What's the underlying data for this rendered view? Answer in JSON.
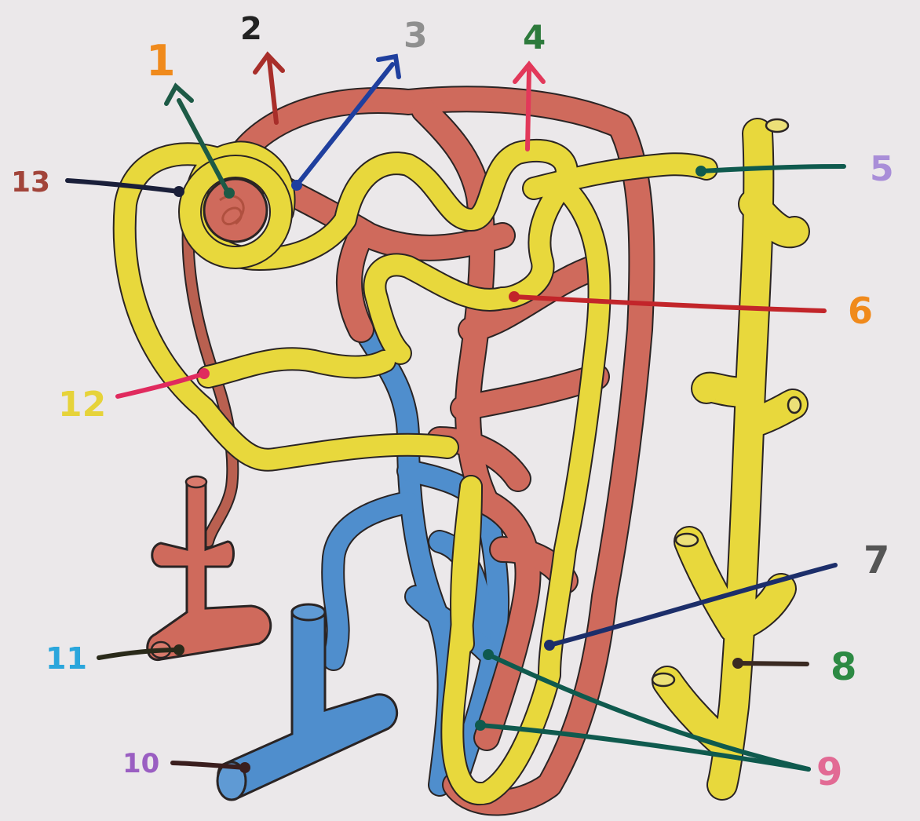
{
  "colors": {
    "paper": "#ebe8ea",
    "artery_red": "#cf6a5c",
    "vein_blue": "#4f8ecd",
    "tubule_yellow": "#e8d83c",
    "outline": "#2a2424"
  },
  "labels": [
    {
      "id": "1",
      "text": "1",
      "color": "#f08a1c",
      "pointer_color": "#1d5a46"
    },
    {
      "id": "2",
      "text": "2",
      "color": "#222222",
      "pointer_color": "#a82e2a"
    },
    {
      "id": "3",
      "text": "3",
      "color": "#8f8f8f",
      "pointer_color": "#1f3f9e"
    },
    {
      "id": "4",
      "text": "4",
      "color": "#2d7a3c",
      "pointer_color": "#e2385a"
    },
    {
      "id": "5",
      "text": "5",
      "color": "#a98ed8",
      "pointer_color": "#0f5a4e"
    },
    {
      "id": "6",
      "text": "6",
      "color": "#f08a1c",
      "pointer_color": "#c2252a"
    },
    {
      "id": "7",
      "text": "7",
      "color": "#555555",
      "pointer_color": "#1c2e6a"
    },
    {
      "id": "8",
      "text": "8",
      "color": "#2d8a44",
      "pointer_color": "#3a2a22"
    },
    {
      "id": "9",
      "text": "9",
      "color": "#e26a94",
      "pointer_color": "#0f5a4e"
    },
    {
      "id": "10",
      "text": "10",
      "color": "#9a5ec2",
      "pointer_color": "#3a1e1e"
    },
    {
      "id": "11",
      "text": "11",
      "color": "#2aa6dc",
      "pointer_color": "#2a2a1a"
    },
    {
      "id": "12",
      "text": "12",
      "color": "#e6d33a",
      "pointer_color": "#e02a5e"
    },
    {
      "id": "13",
      "text": "13",
      "color": "#a2443a",
      "pointer_color": "#1a1f3a"
    }
  ]
}
